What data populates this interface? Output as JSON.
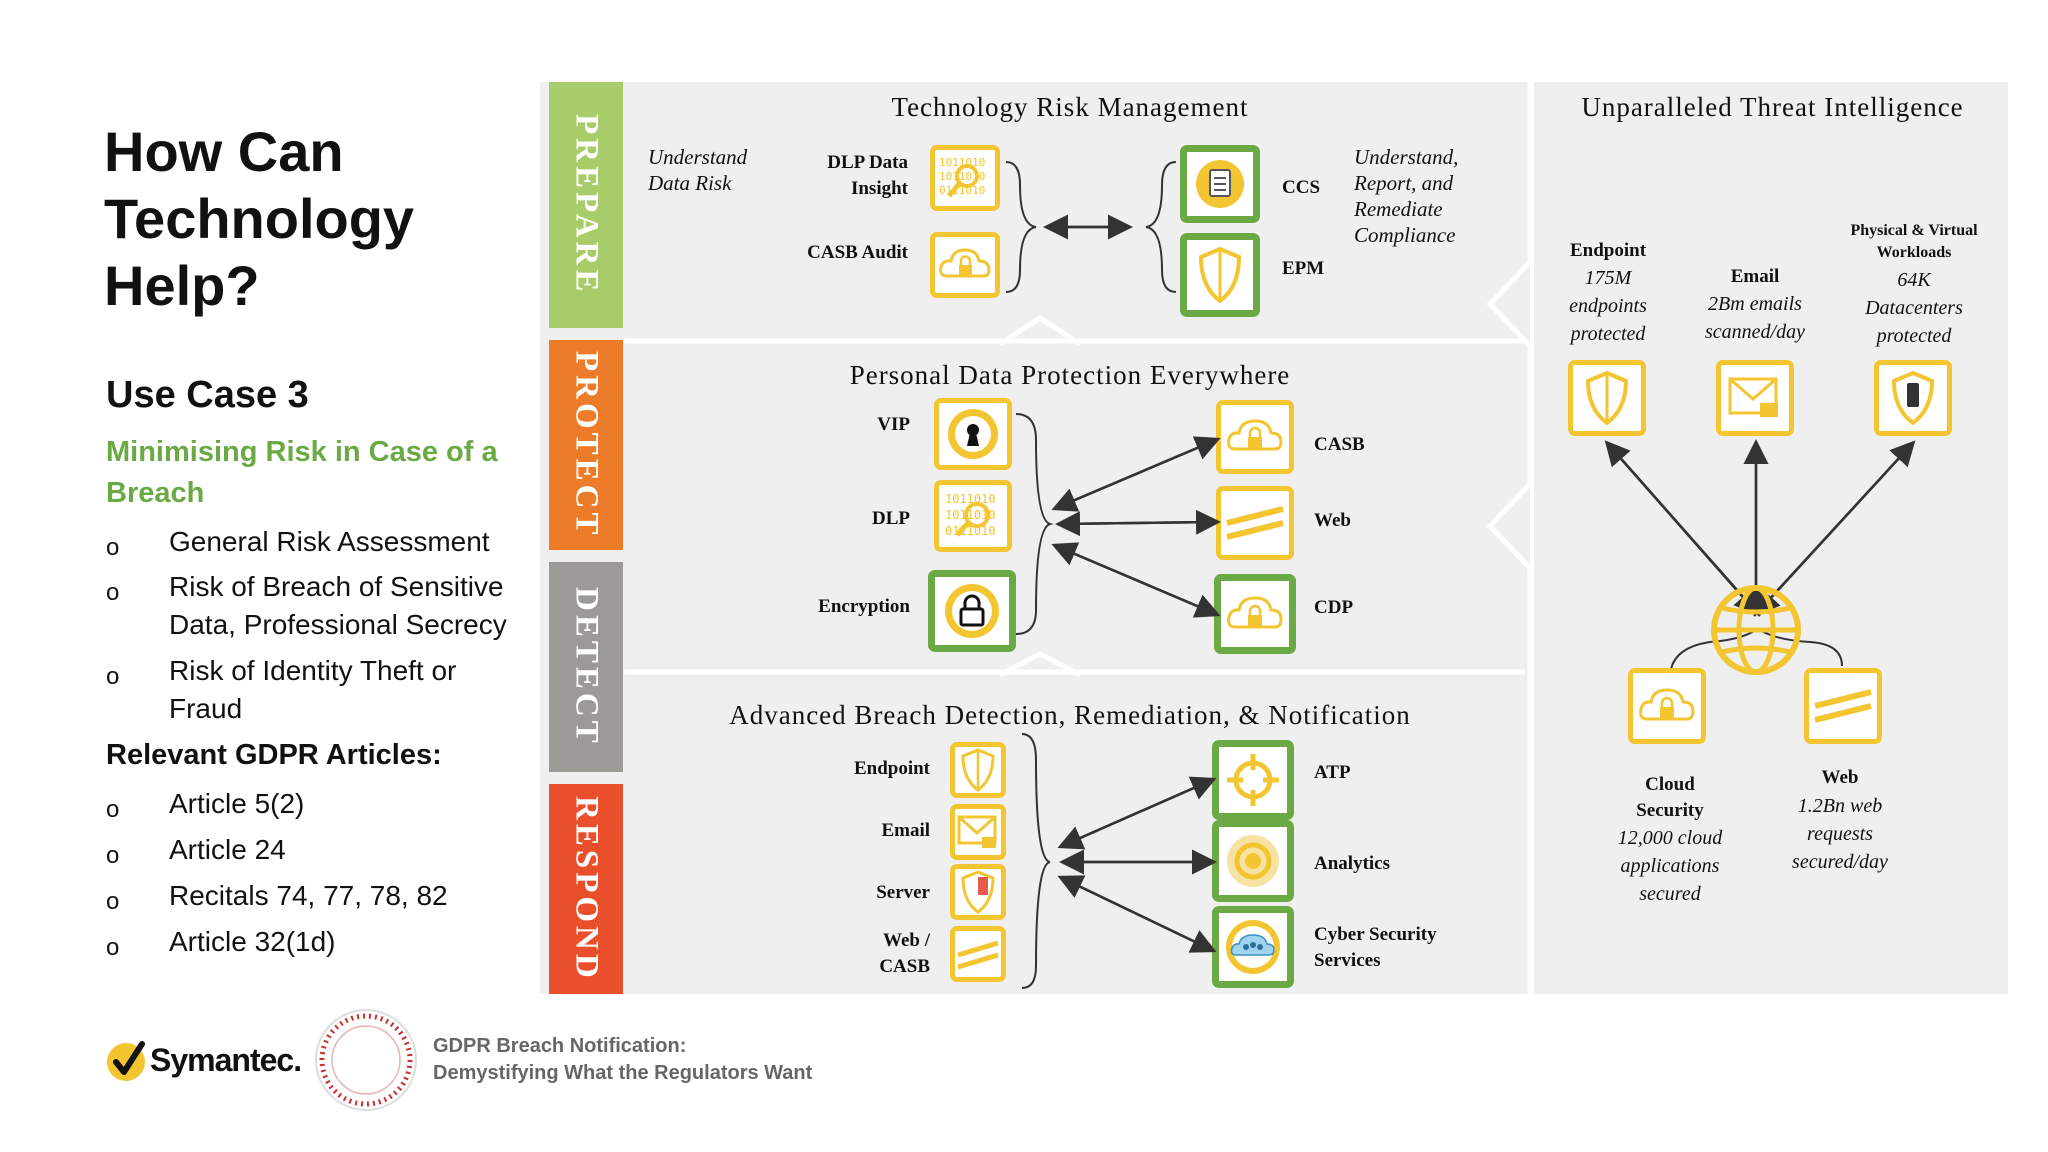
{
  "left": {
    "title": "How Can Technology Help?",
    "use_case": "Use Case 3",
    "use_case_sub": "Minimising Risk in Case of a Breach",
    "bullets": [
      "General Risk Assessment",
      "Risk of Breach of Sensitive Data, Professional Secrecy",
      "Risk of Identity Theft or Fraud"
    ],
    "gdpr_heading": "Relevant GDPR Articles:",
    "articles": [
      "Article 5(2)",
      "Article 24",
      "Recitals 74, 77, 78, 82",
      "Article 32(1d)"
    ],
    "bullet_glyph": "o"
  },
  "phases": [
    "PREPARE",
    "PROTECT",
    "DETECT",
    "RESPOND"
  ],
  "colors": {
    "prepare": "#a9cc6a",
    "protect": "#ec7b2a",
    "detect": "#9c9a96",
    "respond": "#ea4f2c",
    "yellow": "#f2c531",
    "green": "#6aa944"
  },
  "trm": {
    "title": "Technology Risk Management",
    "left_note": "Understand Data Risk",
    "dlp": "DLP Data Insight",
    "casb": "CASB Audit",
    "ccs": "CCS",
    "epm": "EPM",
    "right_note": "Understand, Report, and Remediate Compliance"
  },
  "pdp": {
    "title": "Personal Data Protection Everywhere",
    "vip": "VIP",
    "dlp": "DLP",
    "encryption": "Encryption",
    "casb": "CASB",
    "web": "Web",
    "cdp": "CDP"
  },
  "abd": {
    "title": "Advanced Breach Detection, Remediation, & Notification",
    "endpoint": "Endpoint",
    "email": "Email",
    "server": "Server",
    "webcasb": "Web / CASB",
    "atp": "ATP",
    "analytics": "Analytics",
    "css": "Cyber Security Services"
  },
  "uti": {
    "title": "Unparalleled Threat Intelligence",
    "endpoint_label": "Endpoint",
    "endpoint_desc": "175M endpoints protected",
    "email_label": "Email",
    "email_desc": "2Bm emails scanned/day",
    "phys_label": "Physical & Virtual Workloads",
    "phys_desc": "64K Datacenters protected",
    "cloud_label": "Cloud Security",
    "cloud_desc": "12,000 cloud applications secured",
    "web_label": "Web",
    "web_desc": "1.2Bn web requests secured/day"
  },
  "footer": {
    "logo_text": "Symantec.",
    "line1": "GDPR Breach Notification:",
    "line2": "Demystifying What the Regulators Want"
  }
}
